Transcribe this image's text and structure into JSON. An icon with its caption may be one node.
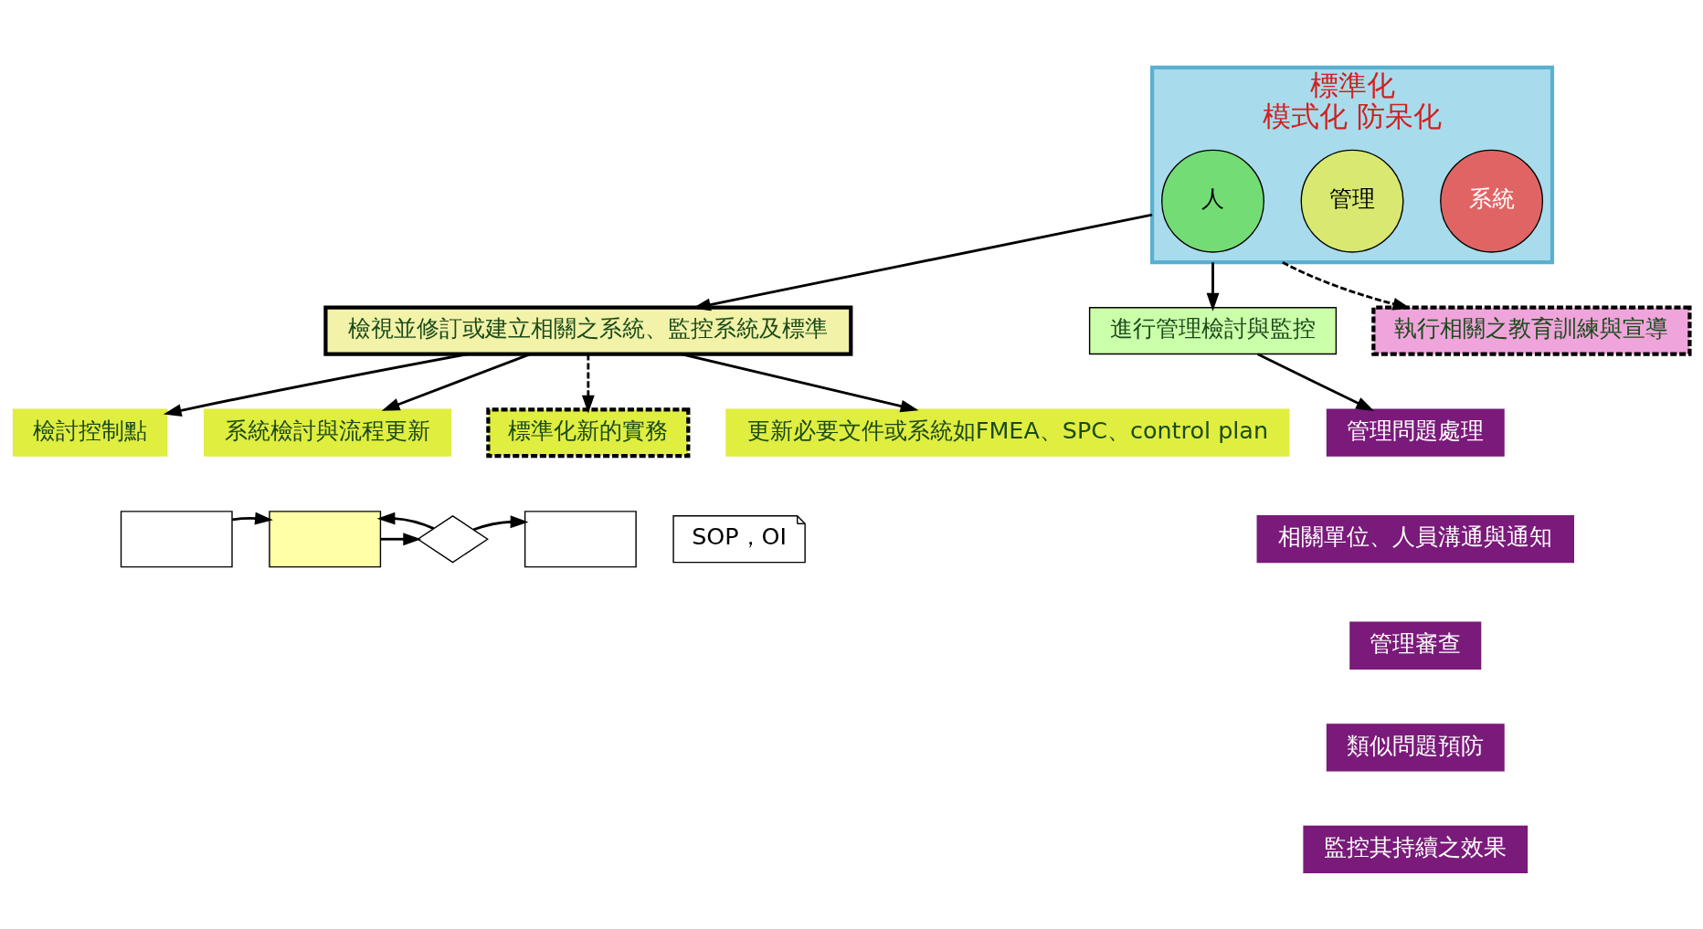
{
  "diagram": {
    "nodes": [
      {
        "text": [
          "標準化",
          "模式化 防呆化"
        ]
      },
      {
        "text": [
          "系統"
        ],
        "in": 0
      },
      {
        "text": [
          "管理"
        ],
        "in": 0
      },
      {
        "text": [
          "人"
        ],
        "in": 0
      },
      {
        "text": [
          "檢視並修訂或建立相關之系統、監控系統及標準"
        ]
      },
      {
        "text": [
          "進行管理檢討與監控"
        ]
      },
      {
        "text": [
          "執行相關之教育訓練與宣導"
        ]
      },
      {
        "text": [
          "檢討控制點"
        ]
      },
      {
        "text": [
          "系統檢討與流程更新"
        ]
      },
      {
        "text": [],
        "shape": "box"
      },
      {
        "text": [],
        "shape": "box"
      },
      {
        "text": [],
        "shape": "diamond"
      },
      {
        "text": [],
        "shape": "box"
      },
      {
        "text": [
          "標準化新的實務"
        ]
      },
      {
        "text": [
          "SOP，OI"
        ]
      },
      {
        "text": [
          "更新必要文件或系統如FMEA、SPC、control plan"
        ]
      },
      {
        "text": [
          "管理問題處理"
        ]
      },
      {
        "text": [
          "相關單位、人員溝通與通知"
        ]
      },
      {
        "text": [
          "管理審查"
        ]
      },
      {
        "text": [
          "類似問題預防"
        ]
      },
      {
        "text": [
          "監控其持續之效果"
        ]
      }
    ],
    "edges": [
      {
        "from": 0,
        "to": 4,
        "arrow": "to"
      },
      {
        "from": 0,
        "to": 5,
        "arrow": "to"
      },
      {
        "from": 0,
        "to": 6,
        "arrow": "to",
        "style": "dashed"
      },
      {
        "from": 4,
        "to": 7,
        "arrow": "to"
      },
      {
        "from": 4,
        "to": 8,
        "arrow": "to"
      },
      {
        "from": 4,
        "to": 15,
        "arrow": "to"
      },
      {
        "from": 4,
        "to": 13,
        "arrow": "to",
        "style": "dashed"
      },
      {
        "from": 5,
        "to": 16,
        "arrow": "to"
      },
      {
        "from": 9,
        "to": 10,
        "arrow": "to"
      },
      {
        "from": 10,
        "to": 11,
        "arrow": "to"
      },
      {
        "from": 11,
        "to": 12,
        "arrow": "to"
      },
      {
        "from": 11,
        "to": 10,
        "arrow": "to"
      }
    ]
  }
}
